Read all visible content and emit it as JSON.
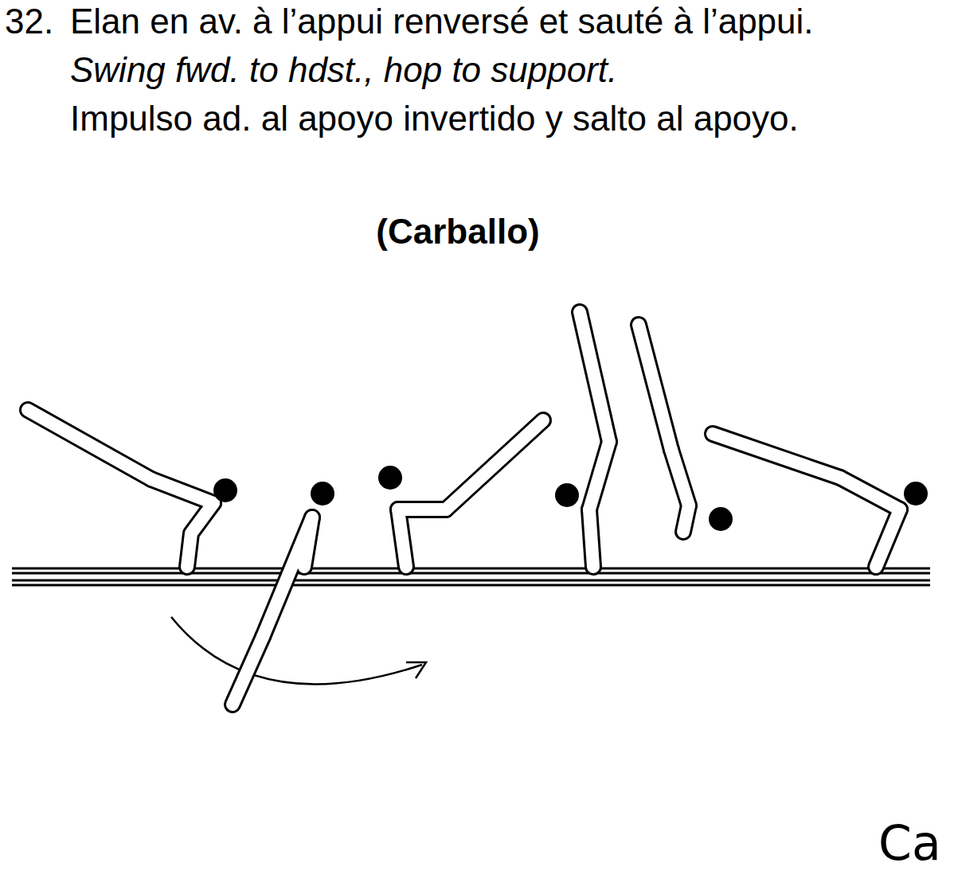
{
  "diagram": {
    "labels": [
      "32.",
      "Elan en av. à l’appui renversé et sauté à l’appui.",
      "Swing fwd. to hdst., hop to support.",
      "Impulso ad. al apoyo invertido y salto al apoyo.",
      "(Carballo)",
      "Ca"
    ]
  }
}
